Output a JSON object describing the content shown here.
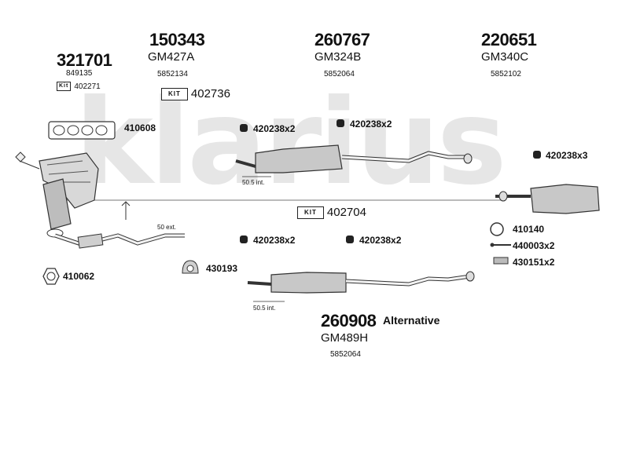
{
  "watermark": "klarius",
  "top_parts": [
    {
      "number": "321701",
      "oe": "",
      "ref": "849135"
    },
    {
      "number": "150343",
      "oe": "GM427A",
      "ref": "5852134"
    },
    {
      "number": "260767",
      "oe": "GM324B",
      "ref": "5852064"
    },
    {
      "number": "220651",
      "oe": "GM340C",
      "ref": "5852102"
    }
  ],
  "kit_small": {
    "label": "Kit",
    "code": "402271"
  },
  "kit_label": "KIT",
  "kits": [
    {
      "code": "402736"
    },
    {
      "code": "402704"
    }
  ],
  "callouts": {
    "c410608": "410608",
    "c410062": "410062",
    "c430193": "430193",
    "c420238_a": "420238x2",
    "c420238_b": "420238x2",
    "c420238_c": "420238x3",
    "c420238_d": "420238x2",
    "c420238_e": "420238x2",
    "c410140": "410140",
    "c440003": "440003x2",
    "c430151": "430151x2"
  },
  "dims": {
    "ext": "50 ext.",
    "int_top": "50.5 int.",
    "int_bottom": "50.5 int."
  },
  "alt_part": {
    "number": "260908",
    "tag": "Alternative",
    "oe": "GM489H",
    "ref": "5852064"
  }
}
